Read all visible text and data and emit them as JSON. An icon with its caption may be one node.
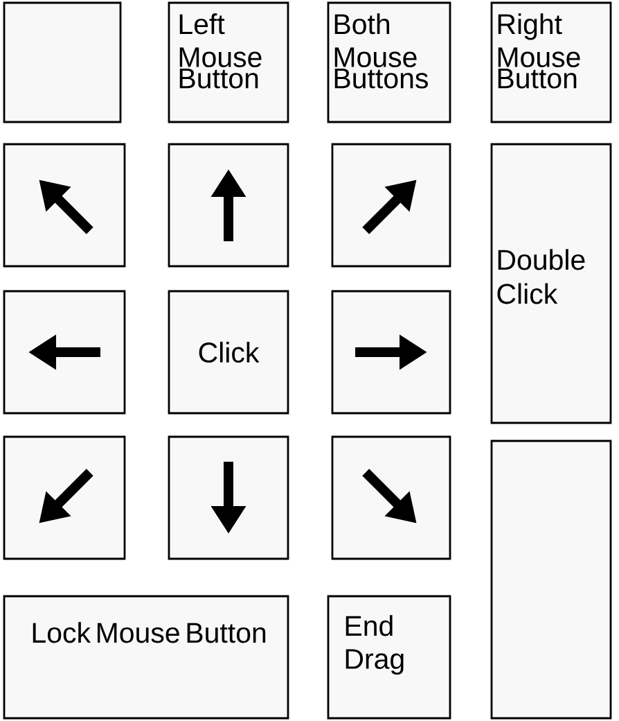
{
  "diagram": {
    "nodes": [
      {
        "text": [],
        "shape": "box"
      },
      {
        "text": [
          "Left Mouse Button"
        ]
      },
      {
        "text": [
          "Both Mouse Buttons"
        ]
      },
      {
        "text": [
          "Right Mouse Button"
        ]
      },
      {
        "text": [],
        "shape": "box"
      },
      {
        "text": [],
        "shape": "box"
      },
      {
        "text": [],
        "shape": "box"
      },
      {
        "text": [
          "Double Click"
        ]
      },
      {
        "text": [],
        "shape": "box"
      },
      {
        "text": [
          "Click"
        ]
      },
      {
        "text": [],
        "shape": "box"
      },
      {
        "text": [],
        "shape": "box"
      },
      {
        "text": [],
        "shape": "box"
      },
      {
        "text": [],
        "shape": "box"
      },
      {
        "text": [],
        "shape": "box"
      },
      {
        "text": [
          "Lock Mouse Button"
        ]
      },
      {
        "text": [
          "End Drag"
        ]
      }
    ]
  }
}
